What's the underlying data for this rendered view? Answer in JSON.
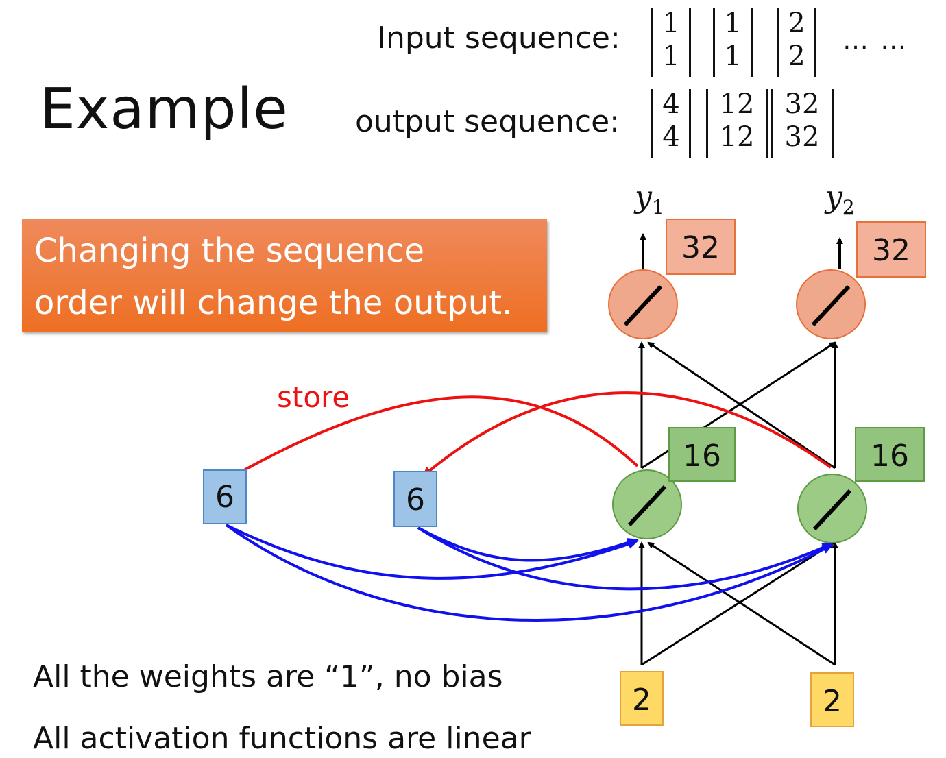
{
  "title": "Example",
  "input_sequence": {
    "label": "Input sequence:",
    "vectors": [
      [
        "1",
        "1"
      ],
      [
        "1",
        "1"
      ],
      [
        "2",
        "2"
      ]
    ],
    "continuation": "… …"
  },
  "output_sequence": {
    "label": "output sequence:",
    "vectors": [
      [
        "4",
        "4"
      ],
      [
        "12",
        "12"
      ],
      [
        "32",
        "32"
      ]
    ]
  },
  "callout": {
    "line1": "Changing the sequence",
    "line2": "order will change the output.",
    "color": "#ee7a3a"
  },
  "network": {
    "outputs": [
      {
        "label": "y",
        "subscript": "1",
        "value": "32"
      },
      {
        "label": "y",
        "subscript": "2",
        "value": "32"
      }
    ],
    "hidden": [
      {
        "value": "16"
      },
      {
        "value": "16"
      }
    ],
    "memory": [
      {
        "value": "6"
      },
      {
        "value": "6"
      }
    ],
    "inputs": [
      {
        "value": "2"
      },
      {
        "value": "2"
      }
    ],
    "store_label": "store",
    "colors": {
      "output_box": "#f4b19a",
      "output_node": "#f0a88c",
      "hidden_box": "#93c47d",
      "hidden_node": "#9ccb86",
      "memory_box": "#9dc3e6",
      "input_box": "#ffd966",
      "store_arrow": "#ee1111",
      "memory_arrow": "#1111ee"
    }
  },
  "notes": [
    "All the weights are “1”, no bias",
    "All activation functions are linear"
  ]
}
